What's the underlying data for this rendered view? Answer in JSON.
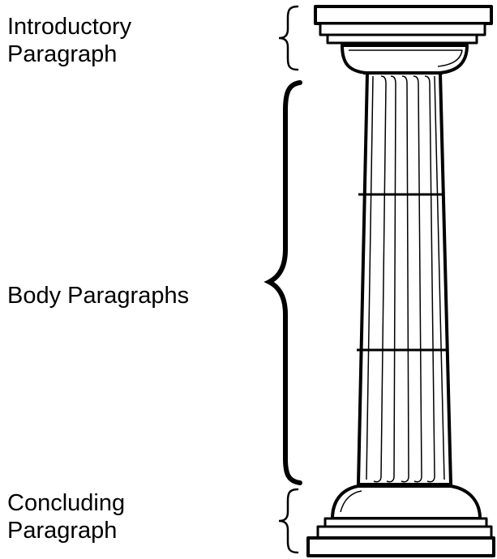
{
  "labels": {
    "introductory": {
      "line1": "Introductory",
      "line2": "Paragraph"
    },
    "body": {
      "line1": "Body Paragraphs"
    },
    "concluding": {
      "line1": "Concluding",
      "line2": "Paragraph"
    }
  },
  "colors": {
    "ink": "#000000",
    "background": "#ffffff"
  },
  "icons": [
    "column-icon",
    "curly-brace-icon"
  ]
}
